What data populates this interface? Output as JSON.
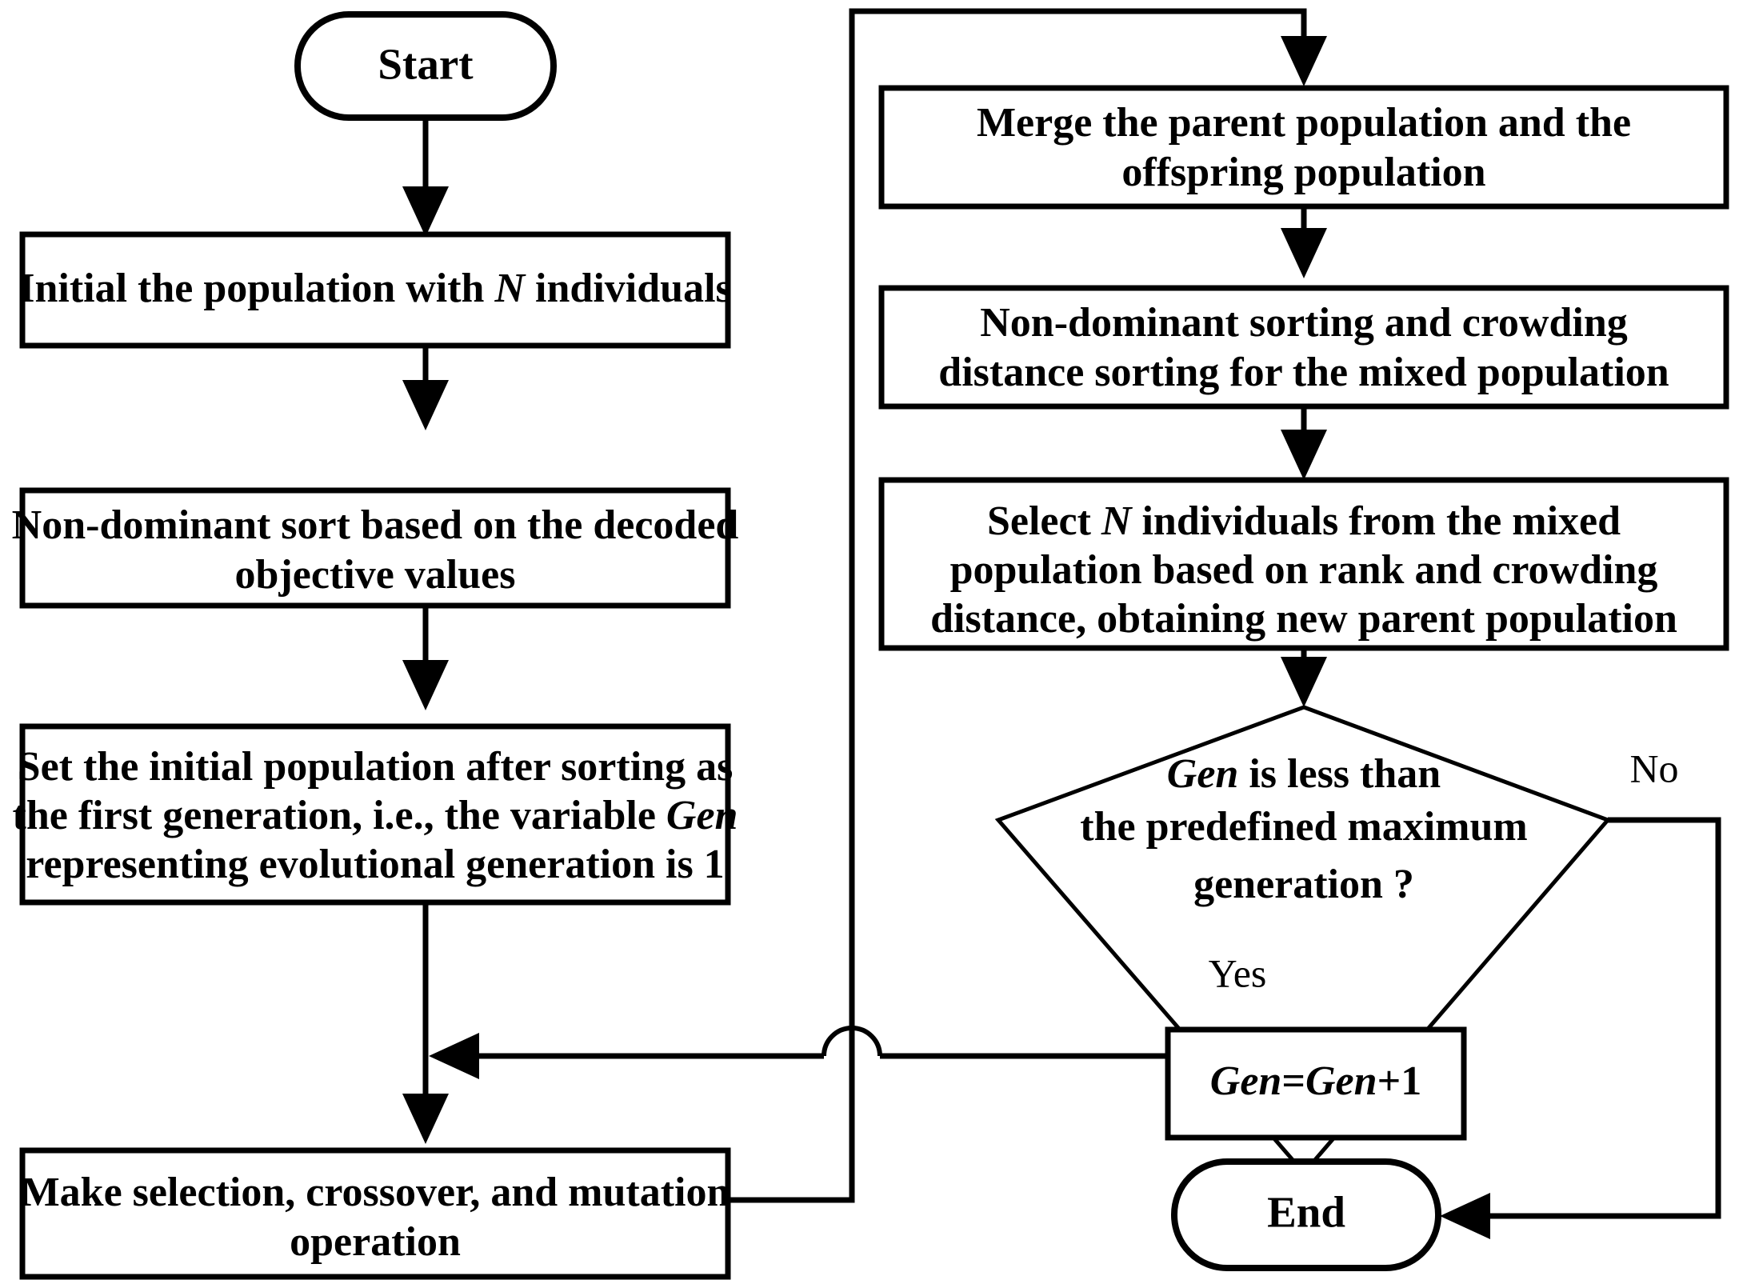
{
  "diagram": {
    "type": "flowchart",
    "title": "NSGA-II evolutionary algorithm flowchart",
    "background_color": "#ffffff",
    "line_color": "#000000",
    "text_color": "#000000"
  },
  "nodes": {
    "start": {
      "id": "start",
      "shape": "terminator",
      "label": "Start"
    },
    "init_population": {
      "id": "init_population",
      "shape": "process",
      "lines": [
        [
          {
            "t": "Initial the population with "
          },
          {
            "t": "N",
            "i": true
          },
          {
            "t": " individuals"
          }
        ]
      ]
    },
    "nondominant_sort": {
      "id": "nondominant_sort",
      "shape": "process",
      "lines": [
        [
          {
            "t": "Non-dominant sort based on the decoded"
          }
        ],
        [
          {
            "t": "objective values"
          }
        ]
      ]
    },
    "set_first_generation": {
      "id": "set_first_generation",
      "shape": "process",
      "lines": [
        [
          {
            "t": "Set the initial population after sorting as"
          }
        ],
        [
          {
            "t": "the first generation, i.e., the variable "
          },
          {
            "t": "Gen",
            "i": true
          }
        ],
        [
          {
            "t": "representing evolutional generation is 1"
          }
        ]
      ]
    },
    "genetic_operators": {
      "id": "genetic_operators",
      "shape": "process",
      "lines": [
        [
          {
            "t": "Make selection, crossover, and mutation"
          }
        ],
        [
          {
            "t": "operation"
          }
        ]
      ]
    },
    "merge_populations": {
      "id": "merge_populations",
      "shape": "process",
      "lines": [
        [
          {
            "t": "Merge the parent population and the"
          }
        ],
        [
          {
            "t": "offspring population"
          }
        ]
      ]
    },
    "sort_mixed": {
      "id": "sort_mixed",
      "shape": "process",
      "lines": [
        [
          {
            "t": "Non-dominant sorting and crowding"
          }
        ],
        [
          {
            "t": "distance sorting for the mixed population"
          }
        ]
      ]
    },
    "select_n": {
      "id": "select_n",
      "shape": "process",
      "lines": [
        [
          {
            "t": "Select "
          },
          {
            "t": "N",
            "i": true
          },
          {
            "t": " individuals from the mixed"
          }
        ],
        [
          {
            "t": "population based on rank and crowding"
          }
        ],
        [
          {
            "t": "distance,  obtaining new parent population"
          }
        ]
      ]
    },
    "decision_gen": {
      "id": "decision_gen",
      "shape": "decision",
      "lines": [
        [
          {
            "t": "Gen",
            "i": true
          },
          {
            "t": " is less than"
          }
        ],
        [
          {
            "t": "the predefined maximum"
          }
        ],
        [
          {
            "t": "generation ?"
          }
        ]
      ]
    },
    "increment_gen": {
      "id": "increment_gen",
      "shape": "process",
      "lines": [
        [
          {
            "t": "Gen",
            "i": true
          },
          {
            "t": "="
          },
          {
            "t": "Gen",
            "i": true
          },
          {
            "t": "+1"
          }
        ]
      ]
    },
    "end": {
      "id": "end",
      "shape": "terminator",
      "label": "End"
    }
  },
  "edge_labels": {
    "yes": "Yes",
    "no": "No"
  },
  "edges": [
    {
      "from": "start",
      "to": "init_population",
      "label": ""
    },
    {
      "from": "init_population",
      "to": "nondominant_sort",
      "label": ""
    },
    {
      "from": "nondominant_sort",
      "to": "set_first_generation",
      "label": ""
    },
    {
      "from": "set_first_generation",
      "to": "genetic_operators",
      "label": ""
    },
    {
      "from": "genetic_operators",
      "to": "merge_populations",
      "label": ""
    },
    {
      "from": "merge_populations",
      "to": "sort_mixed",
      "label": ""
    },
    {
      "from": "sort_mixed",
      "to": "select_n",
      "label": ""
    },
    {
      "from": "select_n",
      "to": "decision_gen",
      "label": ""
    },
    {
      "from": "decision_gen",
      "to": "increment_gen",
      "label": "Yes"
    },
    {
      "from": "decision_gen",
      "to": "end",
      "label": "No"
    },
    {
      "from": "increment_gen",
      "to": "genetic_operators",
      "label": ""
    }
  ]
}
